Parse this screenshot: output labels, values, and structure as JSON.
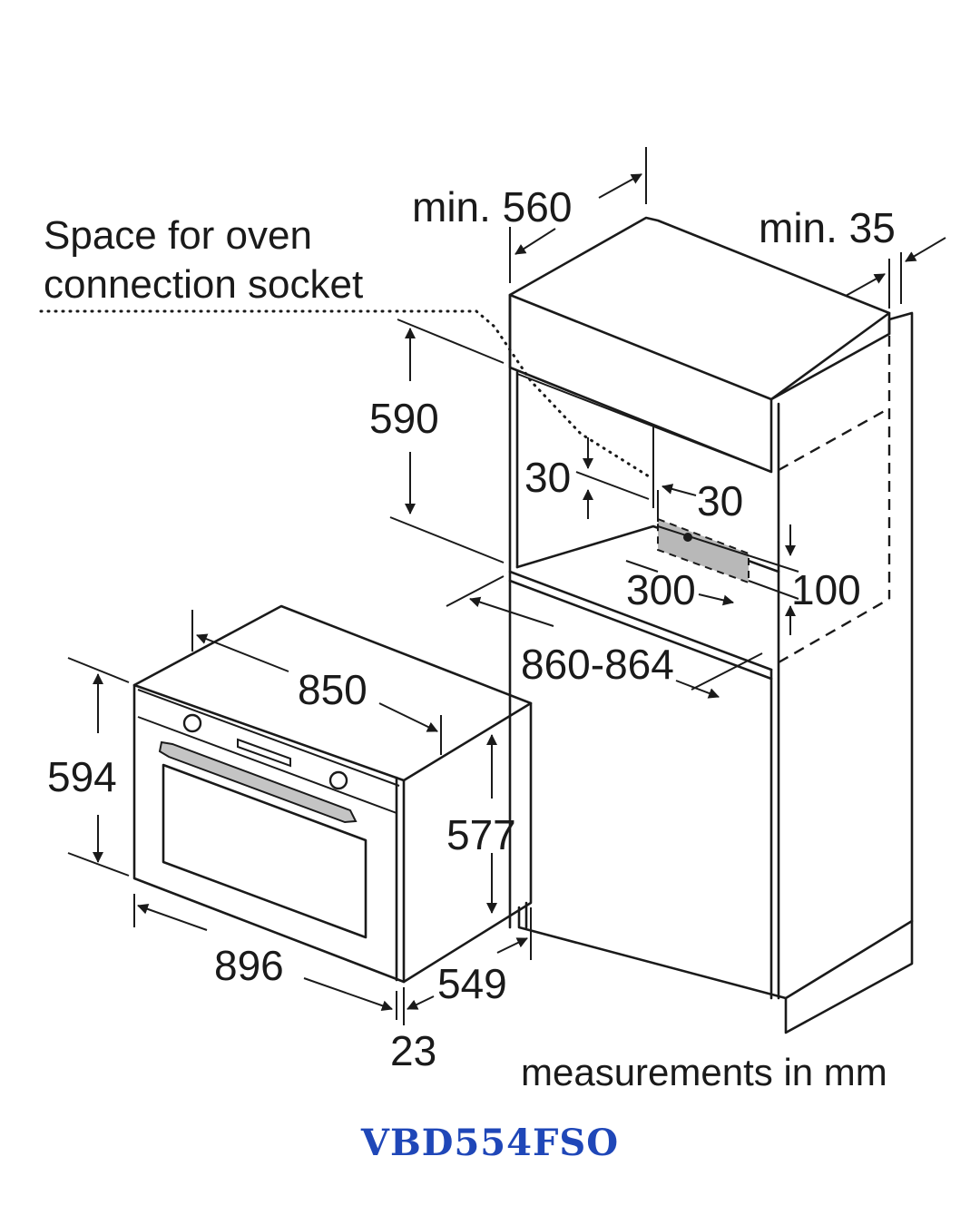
{
  "annotations": {
    "socket_note_line1": "Space for oven",
    "socket_note_line2": "connection socket",
    "units": "measurements in mm"
  },
  "dimensions": {
    "cabinet_min_width": "min. 560",
    "cabinet_min_side": "min. 35",
    "niche_height": "590",
    "socket_offset_top": "30",
    "socket_offset_side": "30",
    "socket_width": "300",
    "socket_height": "100",
    "niche_depth": "860-864",
    "oven_width": "850",
    "oven_height": "594",
    "oven_body_height": "577",
    "oven_depth": "549",
    "oven_front_width": "896",
    "door_thickness": "23"
  },
  "model": "VBD554FSO",
  "colors": {
    "line": "#1a1a1a",
    "socket_fill": "#b8b8b8",
    "handle_fill": "#c4c4c4",
    "model_text": "#1f47b8"
  }
}
